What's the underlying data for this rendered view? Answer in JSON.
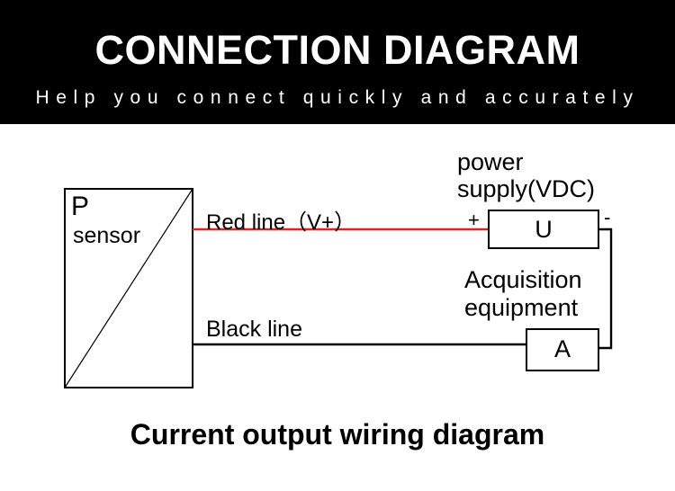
{
  "header": {
    "title": "CONNECTION DIAGRAM",
    "subtitle": "Help you connect quickly and accurately"
  },
  "diagram": {
    "sensor": {
      "symbol": "P",
      "label": "sensor"
    },
    "red_line": "Red line（V+）",
    "black_line": "Black line",
    "power_supply": {
      "line1": "power",
      "line2": "supply(VDC)",
      "box": "U",
      "plus": "+",
      "minus": "-"
    },
    "acquisition": {
      "line1": "Acquisition",
      "line2": "equipment",
      "box": "A"
    },
    "caption": "Current output wiring diagram"
  },
  "colors": {
    "banner": "#000000",
    "red_wire": "#e0241b",
    "black_wire": "#000000"
  }
}
